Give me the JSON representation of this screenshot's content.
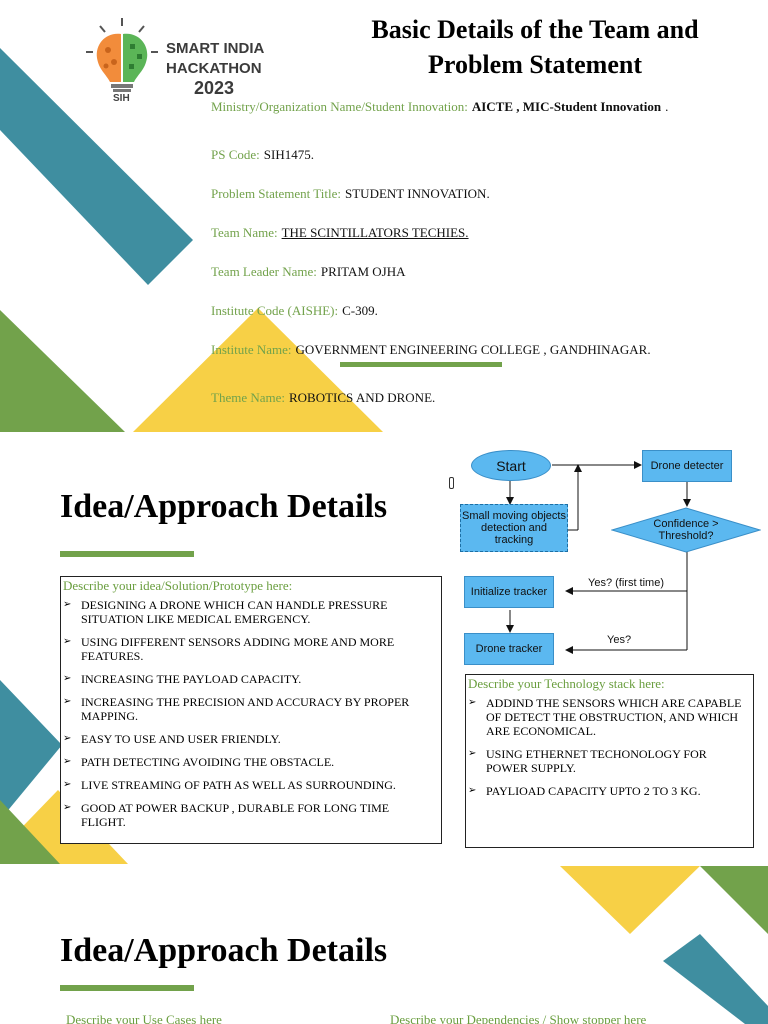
{
  "slide1": {
    "logo": {
      "line1": "SMART INDIA",
      "line2": "HACKATHON",
      "year": "2023",
      "badge": "SIH"
    },
    "title_line1": "Basic Details of the Team and",
    "title_line2": "Problem Statement",
    "fields": [
      {
        "label": "Ministry/Organization Name/Student Innovation:",
        "value": "AICTE ,  MIC-Student Innovation",
        "suffix": "."
      },
      {
        "label": "PS Code:",
        "value": "SIH1475."
      },
      {
        "label": "Problem Statement Title:",
        "value": "STUDENT INNOVATION."
      },
      {
        "label": "Team Name:",
        "value": "THE SCINTILLATORS  TECHIES."
      },
      {
        "label": "Team Leader Name:",
        "value": "PRITAM OJHA"
      },
      {
        "label": "Institute Code (AISHE):",
        "value": "C-309."
      },
      {
        "label": "Institute Name:",
        "value": "GOVERNMENT ENGINEERING COLLEGE  , GANDHINAGAR."
      },
      {
        "label": "Theme Name:",
        "value": "ROBOTICS AND DRONE."
      }
    ]
  },
  "slide2": {
    "title": "Idea/Approach Details",
    "idea_box": {
      "heading": "Describe your idea/Solution/Prototype here:",
      "items": [
        "DESIGNING A DRONE WHICH CAN HANDLE PRESSURE SITUATION LIKE MEDICAL EMERGENCY.",
        "USING DIFFERENT SENSORS ADDING MORE AND MORE FEATURES.",
        "INCREASING THE PAYLOAD CAPACITY.",
        "INCREASING THE PRECISION AND ACCURACY BY PROPER MAPPING.",
        "EASY TO USE AND USER FRIENDLY.",
        "PATH DETECTING  AVOIDING THE OBSTACLE.",
        "LIVE STREAMING OF PATH AS WELL AS SURROUNDING.",
        "GOOD AT POWER BACKUP , DURABLE FOR LONG TIME FLIGHT."
      ]
    },
    "flowchart": {
      "start": "Start",
      "detector": "Drone detecter",
      "small_moving": "Small moving objects detection and tracking",
      "confidence": "Confidence > Threshold?",
      "init_tracker": "Initialize tracker",
      "drone_tracker": "Drone tracker",
      "yes_first": "Yes? (first time)",
      "yes": "Yes?"
    },
    "tech_box": {
      "heading": "Describe your Technology stack here:",
      "items": [
        "ADDIND THE SENSORS WHICH ARE CAPABLE OF DETECT THE OBSTRUCTION, AND WHICH ARE ECONOMICAL.",
        "USING ETHERNET TECHONOLOGY FOR POWER SUPPLY.",
        "PAYLIOAD CAPACITY UPTO 2 TO 3 KG."
      ]
    }
  },
  "slide3": {
    "title": "Idea/Approach Details",
    "use_cases": "Describe your Use Cases here",
    "dependencies": "Describe your Dependencies / Show stopper here"
  },
  "colors": {
    "teal": "#3f8ea0",
    "green": "#72a24b",
    "yellow": "#f7d046",
    "node_blue": "#5bb8f0"
  }
}
